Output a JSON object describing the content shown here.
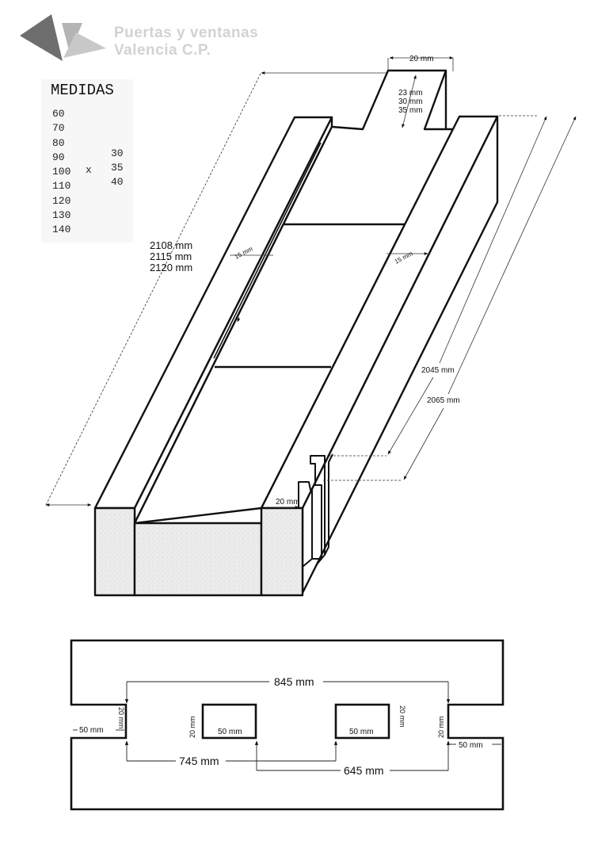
{
  "brand": {
    "line1": "Puertas y ventanas",
    "line2": "Valencia C.P.",
    "logo_colors": {
      "dark": "#6e6e6e",
      "light": "#b4b4b4",
      "text": "#d2d2d2"
    }
  },
  "medidas": {
    "title": "MEDIDAS",
    "widths": [
      "60",
      "70",
      "80",
      "90",
      "100",
      "110",
      "120",
      "130",
      "140"
    ],
    "times": "x",
    "depths": [
      "30",
      "35",
      "40"
    ]
  },
  "isometric": {
    "top_width": "20 mm",
    "depth_1": "23 mm",
    "depth_2": "30 mm",
    "depth_3": "35 mm",
    "length_1": "2108 mm",
    "length_2": "2115 mm",
    "length_3": "2120 mm",
    "wall_left": "15 mm",
    "wall_right": "15 mm",
    "inner_length_1": "2045 mm",
    "inner_length_2": "2065 mm",
    "step_width": "20 mm"
  },
  "section": {
    "overall": "845 mm",
    "span_left": "745 mm",
    "span_right": "645 mm",
    "notch_width_left": "50 mm",
    "notch_width_right": "50 mm",
    "slot_width_left": "50 mm",
    "slot_width_right": "50 mm",
    "notch_height_left": "20 mm",
    "notch_height_right": "20 mm",
    "slot_height_left": "20 mm",
    "slot_height_right": "20 mm"
  }
}
